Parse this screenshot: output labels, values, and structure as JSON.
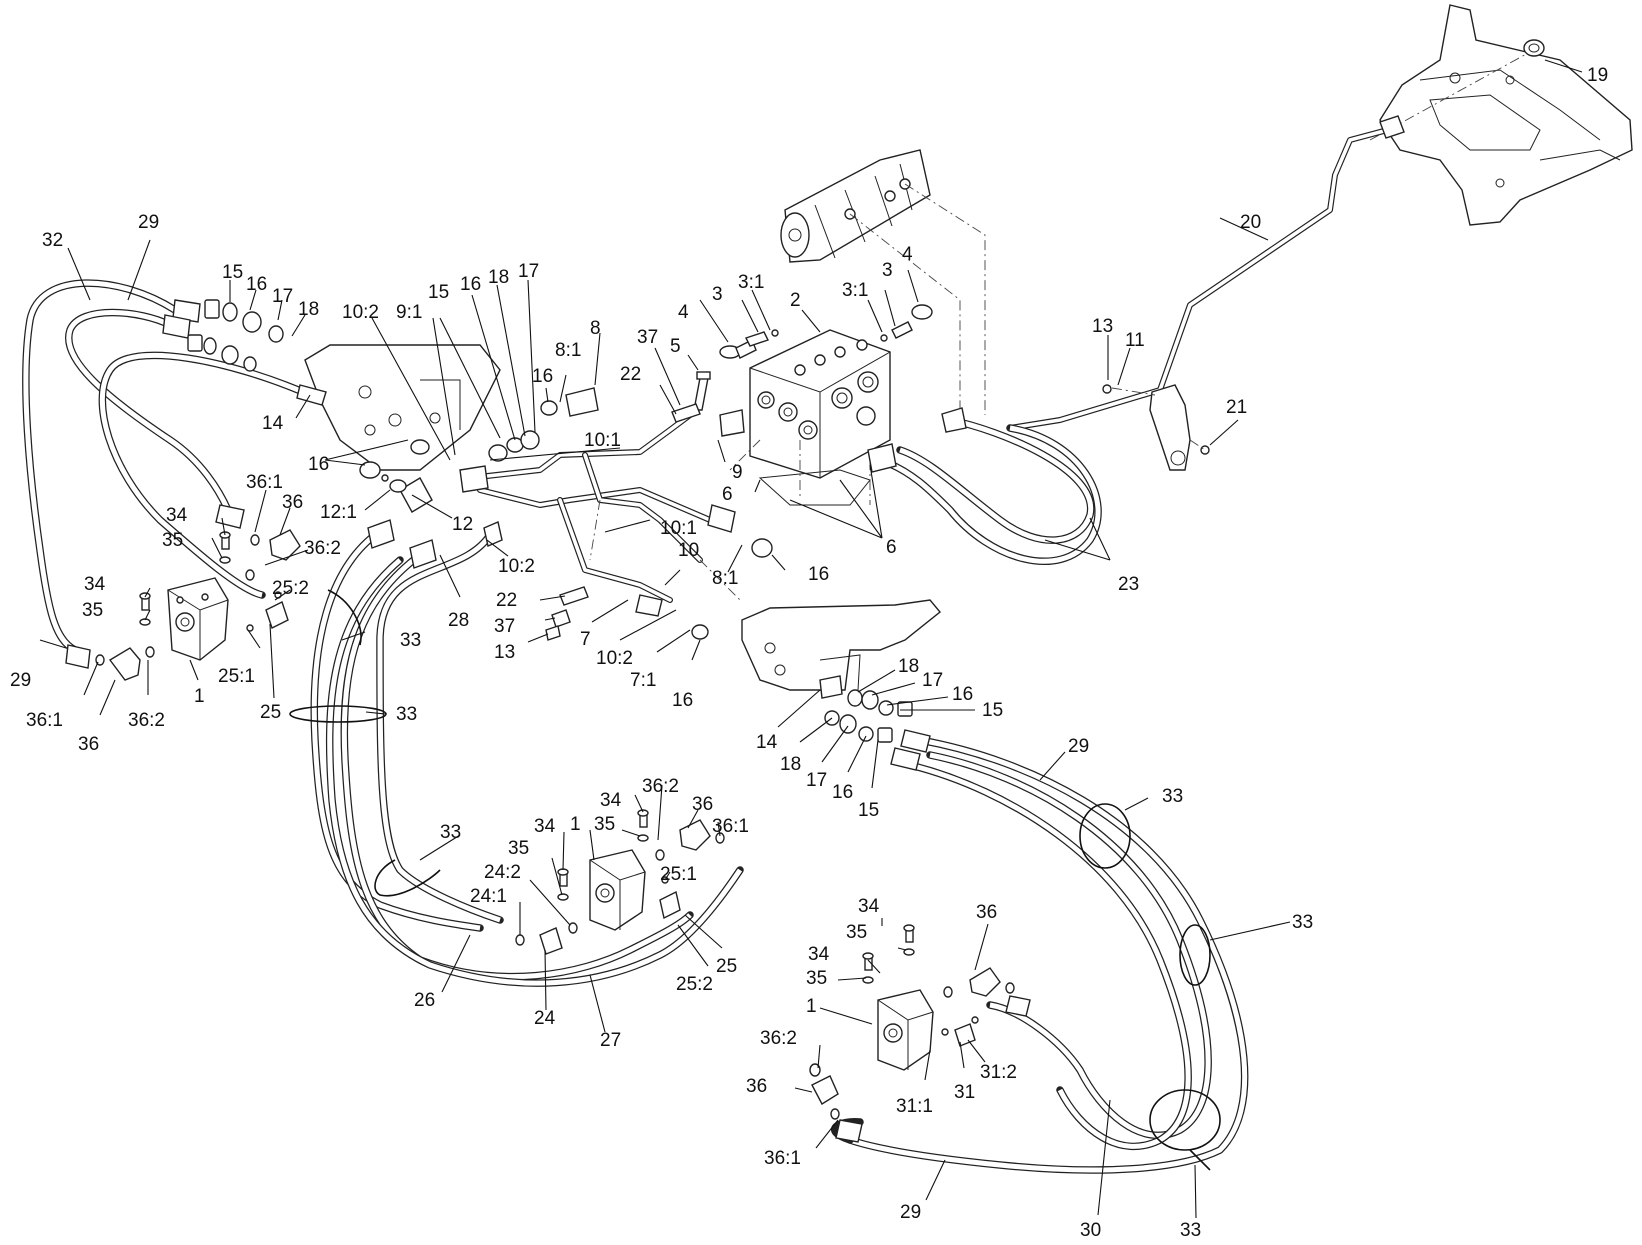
{
  "callouts": [
    {
      "id": "c19",
      "text": "19"
    },
    {
      "id": "c20",
      "text": "20"
    },
    {
      "id": "c29a",
      "text": "29"
    },
    {
      "id": "c32",
      "text": "32"
    },
    {
      "id": "c15a",
      "text": "15"
    },
    {
      "id": "c16a",
      "text": "16"
    },
    {
      "id": "c17a",
      "text": "17"
    },
    {
      "id": "c18a",
      "text": "18"
    },
    {
      "id": "c102a",
      "text": "10:2"
    },
    {
      "id": "c91",
      "text": "9:1"
    },
    {
      "id": "c15b",
      "text": "15"
    },
    {
      "id": "c16b",
      "text": "16"
    },
    {
      "id": "c18b",
      "text": "18"
    },
    {
      "id": "c17b",
      "text": "17"
    },
    {
      "id": "c4a",
      "text": "4"
    },
    {
      "id": "c3a",
      "text": "3"
    },
    {
      "id": "c31a",
      "text": "3:1"
    },
    {
      "id": "c2",
      "text": "2"
    },
    {
      "id": "c31b",
      "text": "3:1"
    },
    {
      "id": "c3b",
      "text": "3"
    },
    {
      "id": "c4b",
      "text": "4"
    },
    {
      "id": "c8",
      "text": "8"
    },
    {
      "id": "c81a",
      "text": "8:1"
    },
    {
      "id": "c37a",
      "text": "37"
    },
    {
      "id": "c5",
      "text": "5"
    },
    {
      "id": "c16c",
      "text": "16"
    },
    {
      "id": "c22a",
      "text": "22"
    },
    {
      "id": "c13a",
      "text": "13"
    },
    {
      "id": "c11",
      "text": "11"
    },
    {
      "id": "c21",
      "text": "21"
    },
    {
      "id": "c14a",
      "text": "14"
    },
    {
      "id": "c101a",
      "text": "10:1"
    },
    {
      "id": "c16d",
      "text": "16"
    },
    {
      "id": "c9",
      "text": "9"
    },
    {
      "id": "c6a",
      "text": "6"
    },
    {
      "id": "c361a",
      "text": "36:1"
    },
    {
      "id": "c36a",
      "text": "36"
    },
    {
      "id": "c121",
      "text": "12:1"
    },
    {
      "id": "c12",
      "text": "12"
    },
    {
      "id": "c101b",
      "text": "10:1"
    },
    {
      "id": "c34a",
      "text": "34"
    },
    {
      "id": "c35a",
      "text": "35"
    },
    {
      "id": "c362a",
      "text": "36:2"
    },
    {
      "id": "c102b",
      "text": "10:2"
    },
    {
      "id": "c81b",
      "text": "8:1"
    },
    {
      "id": "c16e",
      "text": "16"
    },
    {
      "id": "c6b",
      "text": "6"
    },
    {
      "id": "c23",
      "text": "23"
    },
    {
      "id": "c10",
      "text": "10"
    },
    {
      "id": "c34b",
      "text": "34"
    },
    {
      "id": "c252a",
      "text": "25:2"
    },
    {
      "id": "c35b",
      "text": "35"
    },
    {
      "id": "c22b",
      "text": "22"
    },
    {
      "id": "c28",
      "text": "28"
    },
    {
      "id": "c37b",
      "text": "37"
    },
    {
      "id": "c7",
      "text": "7"
    },
    {
      "id": "c33a",
      "text": "33"
    },
    {
      "id": "c13b",
      "text": "13"
    },
    {
      "id": "c102c",
      "text": "10:2"
    },
    {
      "id": "c29b",
      "text": "29"
    },
    {
      "id": "c251a",
      "text": "25:1"
    },
    {
      "id": "c71",
      "text": "7:1"
    },
    {
      "id": "c16f",
      "text": "16"
    },
    {
      "id": "c1a",
      "text": "1"
    },
    {
      "id": "c361b",
      "text": "36:1"
    },
    {
      "id": "c362b",
      "text": "36:2"
    },
    {
      "id": "c25a",
      "text": "25"
    },
    {
      "id": "c33b",
      "text": "33"
    },
    {
      "id": "c36b",
      "text": "36"
    },
    {
      "id": "c18c",
      "text": "18"
    },
    {
      "id": "c17c",
      "text": "17"
    },
    {
      "id": "c16g",
      "text": "16"
    },
    {
      "id": "c15c",
      "text": "15"
    },
    {
      "id": "c14b",
      "text": "14"
    },
    {
      "id": "c18d",
      "text": "18"
    },
    {
      "id": "c29c",
      "text": "29"
    },
    {
      "id": "c17d",
      "text": "17"
    },
    {
      "id": "c16h",
      "text": "16"
    },
    {
      "id": "c15d",
      "text": "15"
    },
    {
      "id": "c34c",
      "text": "34"
    },
    {
      "id": "c362c",
      "text": "36:2"
    },
    {
      "id": "c36c",
      "text": "36"
    },
    {
      "id": "c33c",
      "text": "33"
    },
    {
      "id": "c33d",
      "text": "33"
    },
    {
      "id": "c35c",
      "text": "35"
    },
    {
      "id": "c34d",
      "text": "34"
    },
    {
      "id": "c1b",
      "text": "1"
    },
    {
      "id": "c361c",
      "text": "36:1"
    },
    {
      "id": "c35d",
      "text": "35"
    },
    {
      "id": "c242",
      "text": "24:2"
    },
    {
      "id": "c251b",
      "text": "25:1"
    },
    {
      "id": "c241",
      "text": "24:1"
    },
    {
      "id": "c33e",
      "text": "33"
    },
    {
      "id": "c34e",
      "text": "34"
    },
    {
      "id": "c36d",
      "text": "36"
    },
    {
      "id": "c25b",
      "text": "25"
    },
    {
      "id": "c35e",
      "text": "35"
    },
    {
      "id": "c252b",
      "text": "25:2"
    },
    {
      "id": "c34f",
      "text": "34"
    },
    {
      "id": "c26",
      "text": "26"
    },
    {
      "id": "c24",
      "text": "24"
    },
    {
      "id": "c35f",
      "text": "35"
    },
    {
      "id": "c1c",
      "text": "1"
    },
    {
      "id": "c27",
      "text": "27"
    },
    {
      "id": "c362d",
      "text": "36:2"
    },
    {
      "id": "c312",
      "text": "31:2"
    },
    {
      "id": "c36e",
      "text": "36"
    },
    {
      "id": "c31",
      "text": "31"
    },
    {
      "id": "c311",
      "text": "31:1"
    },
    {
      "id": "c361d",
      "text": "36:1"
    },
    {
      "id": "c29d",
      "text": "29"
    },
    {
      "id": "c30",
      "text": "30"
    },
    {
      "id": "c33f",
      "text": "33"
    }
  ]
}
